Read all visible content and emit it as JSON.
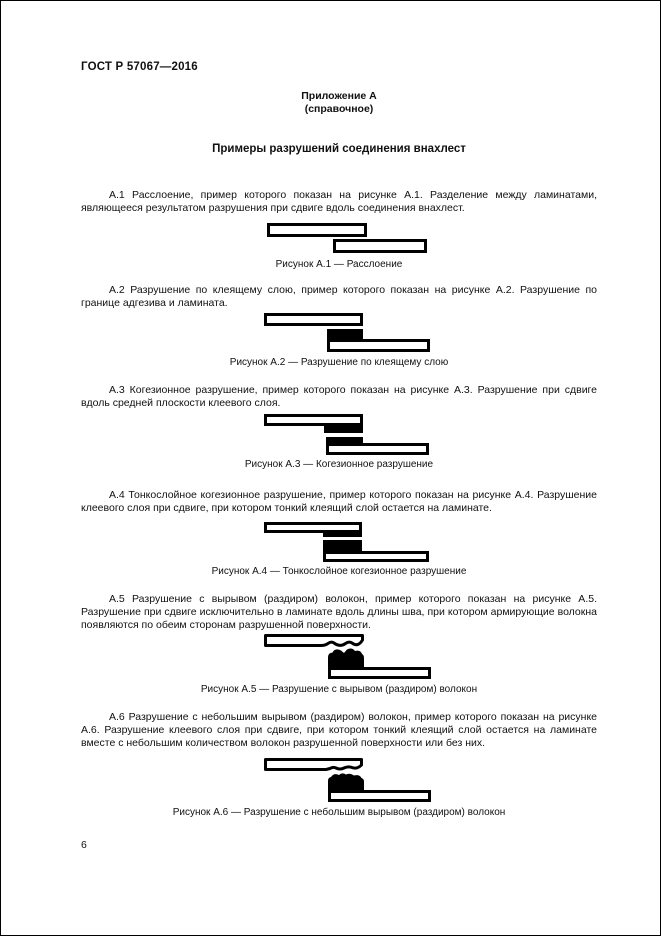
{
  "document": {
    "header": "ГОСТ Р 57067—2016",
    "appendix_label": "Приложение А",
    "appendix_note": "(справочное)",
    "title": "Примеры разрушений соединения внахлест",
    "page_number": "6"
  },
  "sections": [
    {
      "id": "A.1",
      "text": "А.1 Расслоение, пример которого показан на рисунке А.1. Разделение между ламинатами, являющееся результатом разрушения при сдвиге вдоль соединения внахлест.",
      "caption": "Рисунок А.1 — Расслоение"
    },
    {
      "id": "A.2",
      "text": "А.2 Разрушение по клеящему слою, пример которого показан на рисунке А.2. Разрушение по границе адгезива и ламината.",
      "caption": "Рисунок А.2 — Разрушение по клеящему слою"
    },
    {
      "id": "A.3",
      "text": "А.3 Когезионное разрушение, пример которого показан на рисунке А.3. Разрушение при сдвиге вдоль средней плоскости клеевого слоя.",
      "caption": "Рисунок А.3 — Когезионное разрушение"
    },
    {
      "id": "A.4",
      "text": "А.4 Тонкослойное когезионное разрушение, пример которого показан на рисунке А.4. Разрушение клеевого слоя при сдвиге, при котором тонкий клеящий слой остается на ламинате.",
      "caption": "Рисунок А.4 — Тонкослойное когезионное разрушение"
    },
    {
      "id": "A.5",
      "text": "А.5 Разрушение с вырывом (раздиром) волокон, пример которого показан на рисунке А.5. Разрушение при сдвиге исключительно в ламинате вдоль длины шва, при котором армирующие волокна появляются по обеим сторонам разрушенной поверхности.",
      "caption": "Рисунок А.5 — Разрушение с вырывом (раздиром) волокон"
    },
    {
      "id": "A.6",
      "text": "А.6 Разрушение с небольшим вырывом (раздиром) волокон, пример которого показан на рисунке А.6. Разрушение клеевого слоя при сдвиге, при котором тонкий клеящий слой остается на ламинате вместе с небольшим количеством волокон разрушенной поверхности или без них.",
      "caption": "Рисунок А.6 — Разрушение с небольшим вырывом (раздиром) волокон"
    }
  ],
  "colors": {
    "ink": "#000000",
    "paper": "#ffffff"
  }
}
